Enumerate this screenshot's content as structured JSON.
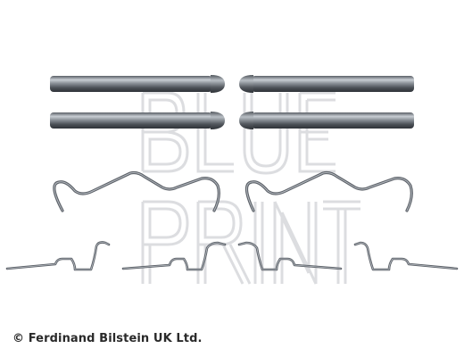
{
  "image": {
    "subject": "brake pad accessory kit product photo",
    "watermark": {
      "line1": "BLUE",
      "line2": "PRINT"
    },
    "copyright": "© Ferdinand Bilstein UK Ltd.",
    "part_counts": {
      "guide_pins": 4,
      "anti_rattle_springs": 2,
      "retaining_clips": 4
    },
    "colors": {
      "background": "#ffffff",
      "metal_dark": "#4a4f55",
      "metal_light": "#c9ced4",
      "wire": "#6b7076",
      "watermark": "#d9dadd",
      "text": "#2a2a2a"
    }
  }
}
